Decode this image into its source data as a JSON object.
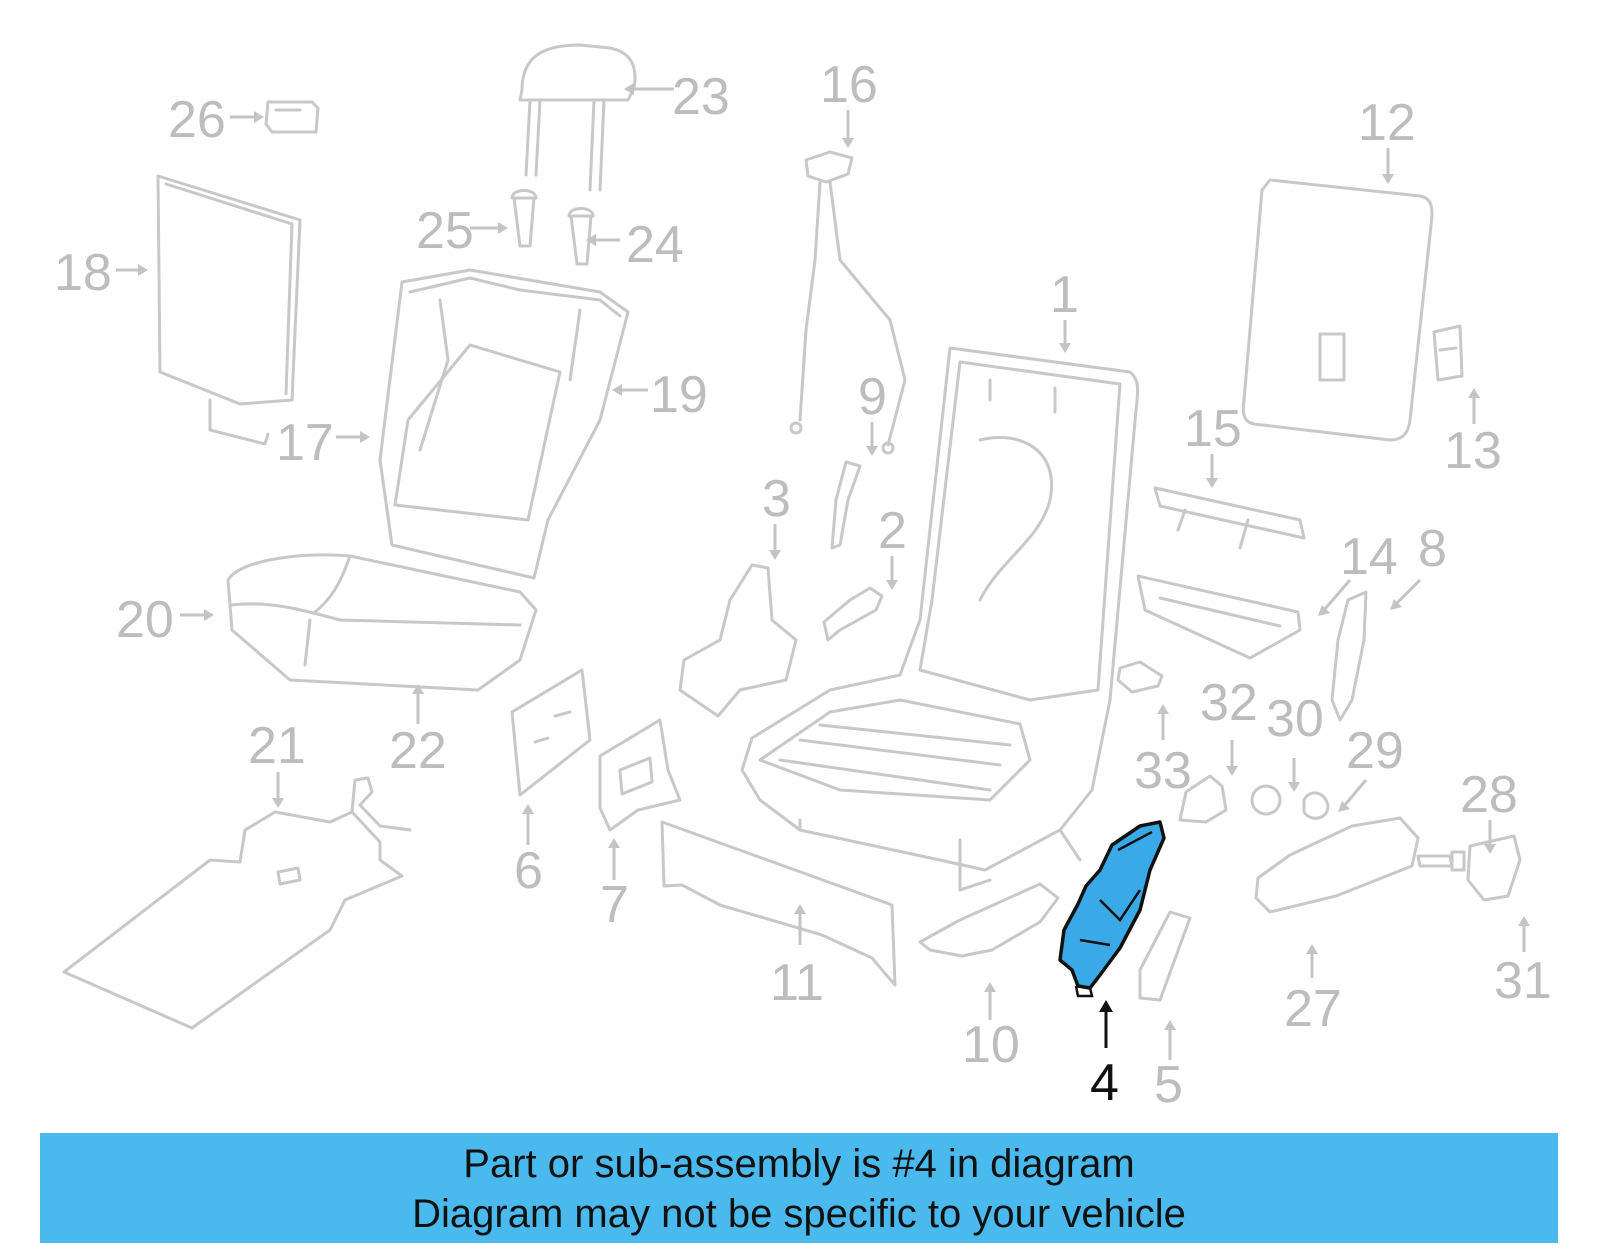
{
  "callouts": {
    "c1": "1",
    "c2": "2",
    "c3": "3",
    "c4": "4",
    "c5": "5",
    "c6": "6",
    "c7": "7",
    "c8": "8",
    "c9": "9",
    "c10": "10",
    "c11": "11",
    "c12": "12",
    "c13": "13",
    "c14": "14",
    "c15": "15",
    "c16": "16",
    "c17": "17",
    "c18": "18",
    "c19": "19",
    "c20": "20",
    "c21": "21",
    "c22": "22",
    "c23": "23",
    "c24": "24",
    "c25": "25",
    "c26": "26",
    "c27": "27",
    "c28": "28",
    "c29": "29",
    "c30": "30",
    "c31": "31",
    "c32": "32",
    "c33": "33"
  },
  "highlighted_part": "4",
  "colors": {
    "highlight": "#3aa9e8",
    "banner": "#4ab9ee",
    "line_art": "#c8c8c8"
  },
  "banner": {
    "line1": "Part or sub-assembly is #4 in diagram",
    "line2": "Diagram may not be specific to your vehicle"
  }
}
